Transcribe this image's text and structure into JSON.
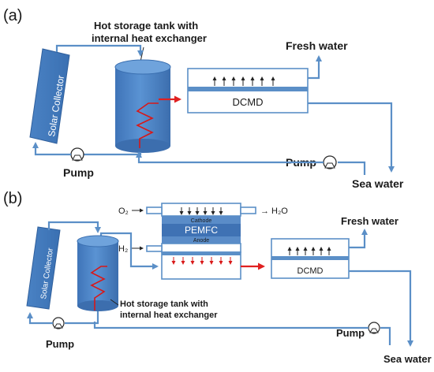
{
  "colors": {
    "pipe": "#5b8fc7",
    "hot": "#e02020",
    "tank": "#4f86c6",
    "membrane": "#5b8fc7"
  },
  "panel_a": {
    "letter": "(a)",
    "tank_label_line1": "Hot storage tank with",
    "tank_label_line2": "internal heat exchanger",
    "solar_collector": "Solar Collector",
    "dcmd": "DCMD",
    "fresh_water": "Fresh water",
    "sea_water": "Sea water",
    "pump_left": "Pump",
    "pump_right": "Pump"
  },
  "panel_b": {
    "letter": "(b)",
    "o2": "O₂",
    "h2": "H₂",
    "h2o": "→ H₂O",
    "cathode": "Cathode",
    "pemfc": "PEMFC",
    "anode": "Anode",
    "dcmd": "DCMD",
    "fresh_water": "Fresh water",
    "sea_water": "Sea water",
    "solar_collector": "Solar Collector",
    "tank_label_line1": "Hot storage tank with",
    "tank_label_line2": "internal heat exchanger",
    "pump_left": "Pump",
    "pump_right": "Pump"
  }
}
